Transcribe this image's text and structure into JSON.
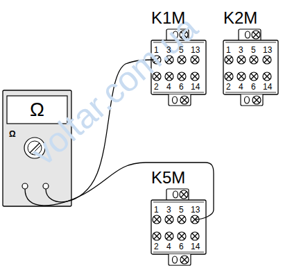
{
  "diagram": {
    "nodes": [
      {
        "text": [
          "K1M"
        ]
      },
      {
        "text": [
          "K2M"
        ]
      },
      {
        "text": [
          "Ω",
          "Ω"
        ]
      },
      {
        "text": [
          "K5M"
        ]
      }
    ],
    "edges": [
      {
        "from": 2,
        "to": 0,
        "arrow": "none"
      },
      {
        "from": 2,
        "to": 3,
        "arrow": "none"
      }
    ],
    "labels": [
      "1",
      "3",
      "5",
      "13",
      "2",
      "4",
      "6",
      "14",
      "1",
      "3",
      "5",
      "13",
      "2",
      "4",
      "6",
      "14",
      "1",
      "3",
      "5",
      "13",
      "2",
      "4",
      "6",
      "14",
      "voltar.com.ua"
    ]
  }
}
